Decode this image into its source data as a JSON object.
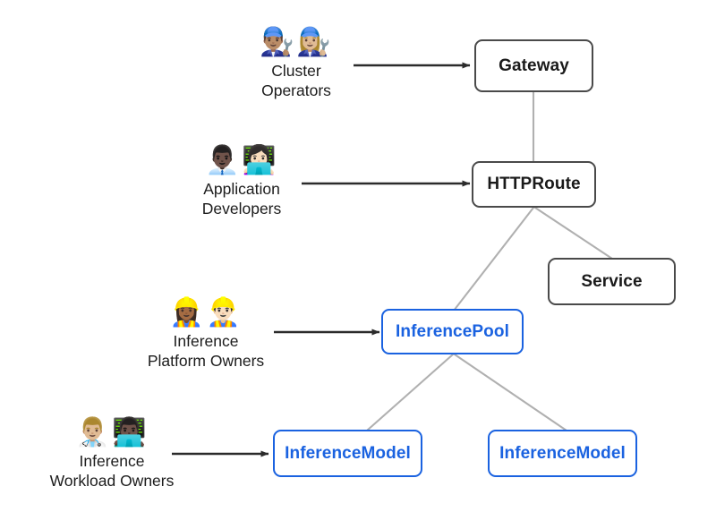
{
  "diagram": {
    "title": "Gateway API Inference Extension personas and resources",
    "background_color": "#ffffff",
    "colors": {
      "core_border": "#4a4a4a",
      "core_text": "#1a1a1a",
      "inference_border": "#1a62e0",
      "inference_text": "#1a62e0",
      "edge": "#b0b0b0",
      "arrow": "#2b2b2b"
    }
  },
  "nodes": [
    {
      "id": "gateway",
      "label": "Gateway",
      "kind": "core"
    },
    {
      "id": "httproute",
      "label": "HTTPRoute",
      "kind": "core"
    },
    {
      "id": "service",
      "label": "Service",
      "kind": "core"
    },
    {
      "id": "inferencepool",
      "label": "InferencePool",
      "kind": "infer"
    },
    {
      "id": "inferencemodel1",
      "label": "InferenceModel",
      "kind": "infer"
    },
    {
      "id": "inferencemodel2",
      "label": "InferenceModel",
      "kind": "infer"
    }
  ],
  "personas": [
    {
      "id": "cluster-operators",
      "icons": "👨🏽‍🔧👩🏼‍🔧",
      "icon_names": "man-mechanic-icon woman-mechanic-icon",
      "line1": "Cluster",
      "line2": "Operators",
      "targets": "gateway"
    },
    {
      "id": "application-developers",
      "icons": "👨🏿‍💼👩🏻‍💻",
      "icon_names": "office-worker-icon woman-technologist-icon",
      "line1": "Application",
      "line2": "Developers",
      "targets": "httproute"
    },
    {
      "id": "inference-platform-owners",
      "icons": "👷🏾‍♀️👷🏻‍♂️",
      "icon_names": "woman-construction-worker-icon man-construction-worker-icon",
      "line1": "Inference",
      "line2": "Platform Owners",
      "targets": "inferencepool"
    },
    {
      "id": "inference-workload-owners",
      "icons": "👨🏼‍⚕️👨🏿‍💻",
      "icon_names": "health-worker-icon man-technologist-icon",
      "line1": "Inference",
      "line2": "Workload Owners",
      "targets": "inferencemodel1"
    }
  ],
  "edges": [
    {
      "from": "gateway",
      "to": "httproute",
      "style": "plain"
    },
    {
      "from": "httproute",
      "to": "inferencepool",
      "style": "plain"
    },
    {
      "from": "httproute",
      "to": "service",
      "style": "plain"
    },
    {
      "from": "inferencepool",
      "to": "inferencemodel1",
      "style": "plain"
    },
    {
      "from": "inferencepool",
      "to": "inferencemodel2",
      "style": "plain"
    }
  ]
}
